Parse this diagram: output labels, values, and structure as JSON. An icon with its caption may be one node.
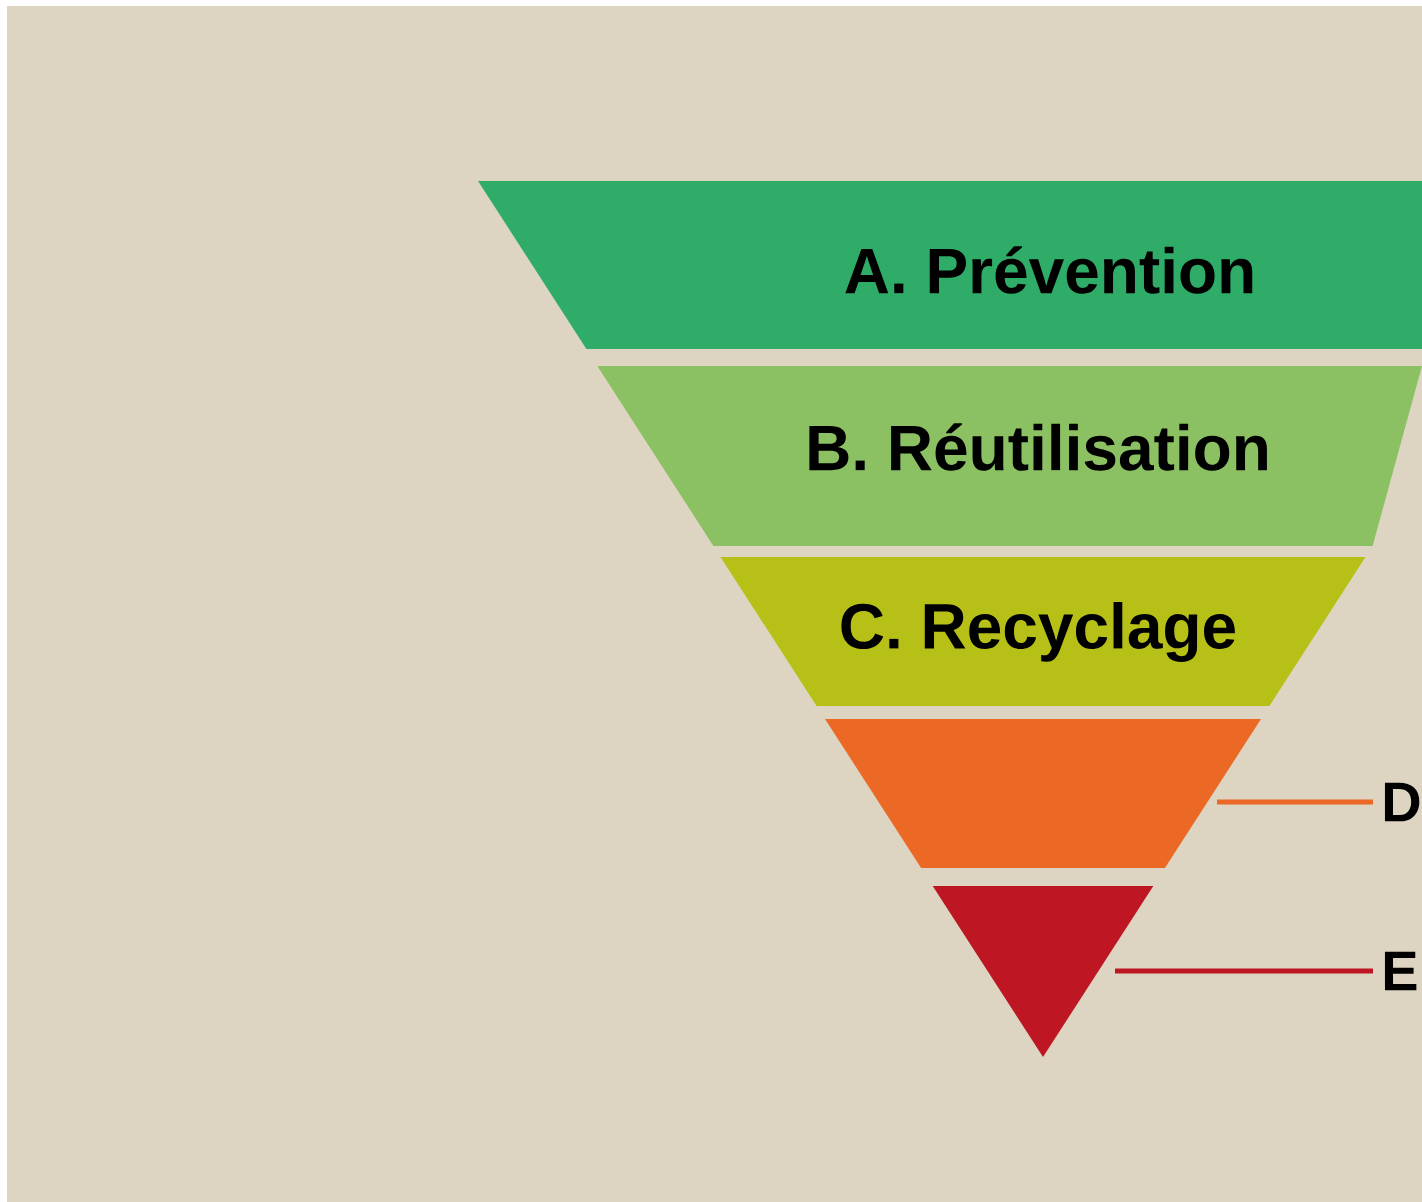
{
  "diagram": {
    "nodes": [
      {
        "text": [
          "A. Prévention"
        ]
      },
      {
        "text": [
          "B. Réutilisation"
        ]
      },
      {
        "text": [
          "C. Recyclage"
        ]
      },
      {
        "text": [],
        "shape": "trapezoid"
      },
      {
        "text": [],
        "shape": "triangle"
      },
      {
        "text": [
          "D"
        ]
      },
      {
        "text": [
          "E"
        ]
      }
    ],
    "edges": [
      {
        "from": 5,
        "to": 3,
        "arrow": "none",
        "color": "#ec6825"
      },
      {
        "from": 6,
        "to": 4,
        "arrow": "none",
        "color": "#be1622"
      }
    ]
  }
}
